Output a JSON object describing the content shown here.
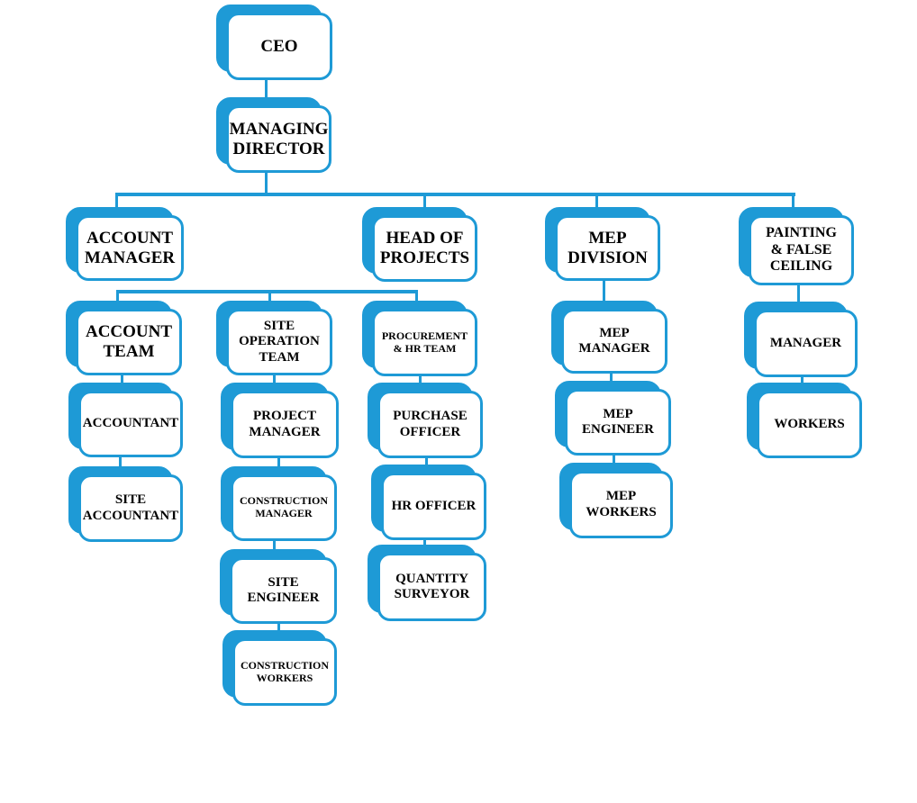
{
  "colors": {
    "connector": "#1e9ad6",
    "box_border": "#1e9ad6",
    "box_fill": "#ffffff",
    "text": "#000000"
  },
  "nodes": {
    "ceo": "CEO",
    "managing_director": "MANAGING\nDIRECTOR",
    "account_manager": "ACCOUNT\nMANAGER",
    "head_of_projects": "HEAD OF\nPROJECTS",
    "mep_division": "MEP\nDIVISION",
    "painting_false_ceiling": "PAINTING\n& FALSE\nCEILING",
    "account_team": "ACCOUNT\nTEAM",
    "site_operation_team": "SITE\nOPERATION\nTEAM",
    "procurement_hr_team": "PROCUREMENT\n& HR TEAM",
    "accountant": "ACCOUNTANT",
    "site_accountant": "SITE\nACCOUNTANT",
    "project_manager": "PROJECT\nMANAGER",
    "construction_manager": "CONSTRUCTION\nMANAGER",
    "site_engineer": "SITE\nENGINEER",
    "construction_workers": "CONSTRUCTION\nWORKERS",
    "purchase_officer": "PURCHASE\nOFFICER",
    "hr_officer": "HR OFFICER",
    "quantity_surveyor": "QUANTITY\nSURVEYOR",
    "mep_manager": "MEP\nMANAGER",
    "mep_engineer": "MEP\nENGINEER",
    "mep_workers": "MEP\nWORKERS",
    "painting_manager": "MANAGER",
    "painting_workers": "WORKERS"
  }
}
